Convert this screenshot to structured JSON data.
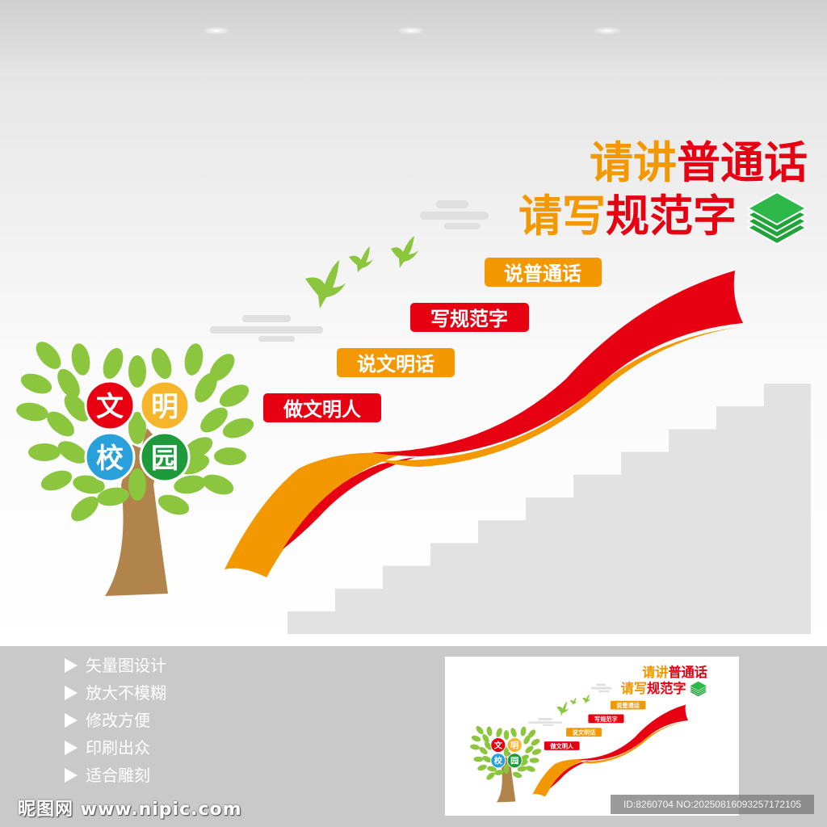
{
  "headline": {
    "line1_orange": "请讲",
    "line1_red": "普通话",
    "line2_orange": "请写",
    "line2_red": "规范字"
  },
  "slogans": [
    "说普通话",
    "写规范字",
    "说文明话",
    "做文明人"
  ],
  "tree_circles": [
    "文",
    "明",
    "校",
    "园"
  ],
  "features": [
    "矢量图设计",
    "放大不模糊",
    "修改方便",
    "印刷出众",
    "适合雕刻"
  ],
  "watermark": "昵图网 www.nipic.com",
  "id_text": "ID:8260704 NO:20250816093257172105",
  "colors": {
    "red": "#e60012",
    "orange": "#f39800",
    "green": "#8cc63f",
    "blue": "#29a0da",
    "yellow": "#f7b52c",
    "dark_green": "#1e9a3c",
    "trunk": "#b0844a",
    "stairs": "#e2e2e2"
  },
  "icons": [
    "spotlight-icon",
    "bird-icon",
    "book-stack-icon",
    "cloud-icon",
    "triangle-bullet-icon"
  ]
}
